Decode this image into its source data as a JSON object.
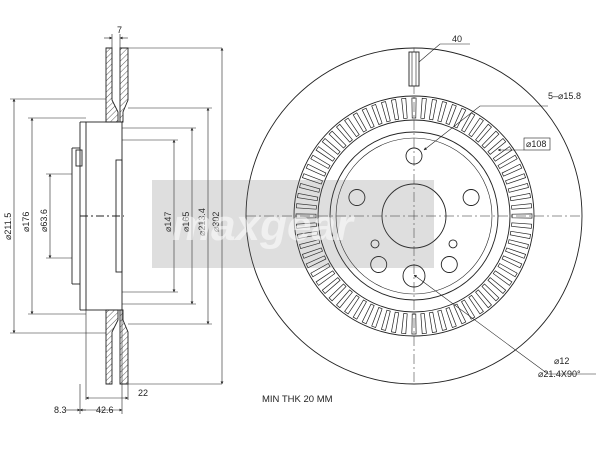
{
  "drawing": {
    "dims": {
      "width_7": "7",
      "dia_211_5": "⌀211.5",
      "dia_176": "⌀176",
      "dia_63_6": "⌀63.6",
      "dia_147": "⌀147",
      "dia_165": "⌀165",
      "dia_213_4": "⌀213.4",
      "dia_302": "⌀302",
      "dim_8_3": "8.3",
      "dim_42_6": "42.6",
      "dim_22": "22",
      "dim_40": "40",
      "holes_5_15_8": "5–⌀15.8",
      "pcd_108": "⌀108",
      "dia_12": "⌀12",
      "chamfer": "⌀21.4X90°"
    },
    "note_min_thk": "MIN THK 20 MM",
    "watermark": "maxgear"
  }
}
